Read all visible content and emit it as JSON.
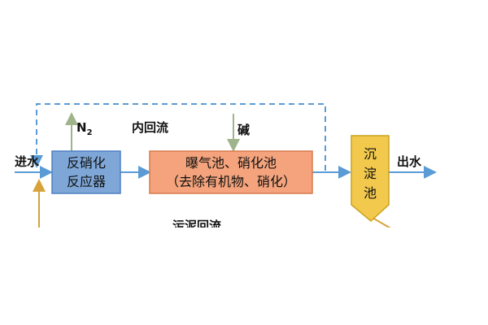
{
  "labels": {
    "inlet": "进水",
    "outlet": "出水",
    "n2": "N",
    "n2_sub": "2",
    "internal_reflux": "内回流",
    "alkali": "碱",
    "sludge_return": "污泥回流"
  },
  "boxes": {
    "denitrification": {
      "line1": "反硝化",
      "line2": "反应器"
    },
    "aeration": {
      "line1": "曝气池、硝化池",
      "line2": "（去除有机物、硝化）"
    },
    "sedimentation": {
      "chars": [
        "沉",
        "淀",
        "池"
      ]
    }
  },
  "colors": {
    "blue_box": "#7ea7d8",
    "blue_box_stroke": "#4f7fc0",
    "orange_box": "#f4a37c",
    "orange_box_stroke": "#d77a4a",
    "tank": "#f2c94c",
    "tank_stroke": "#c9a21c",
    "flow_arrow": "#5b9bd5",
    "gas_arrow": "#9fb48a",
    "return_line": "#d8a23a"
  }
}
